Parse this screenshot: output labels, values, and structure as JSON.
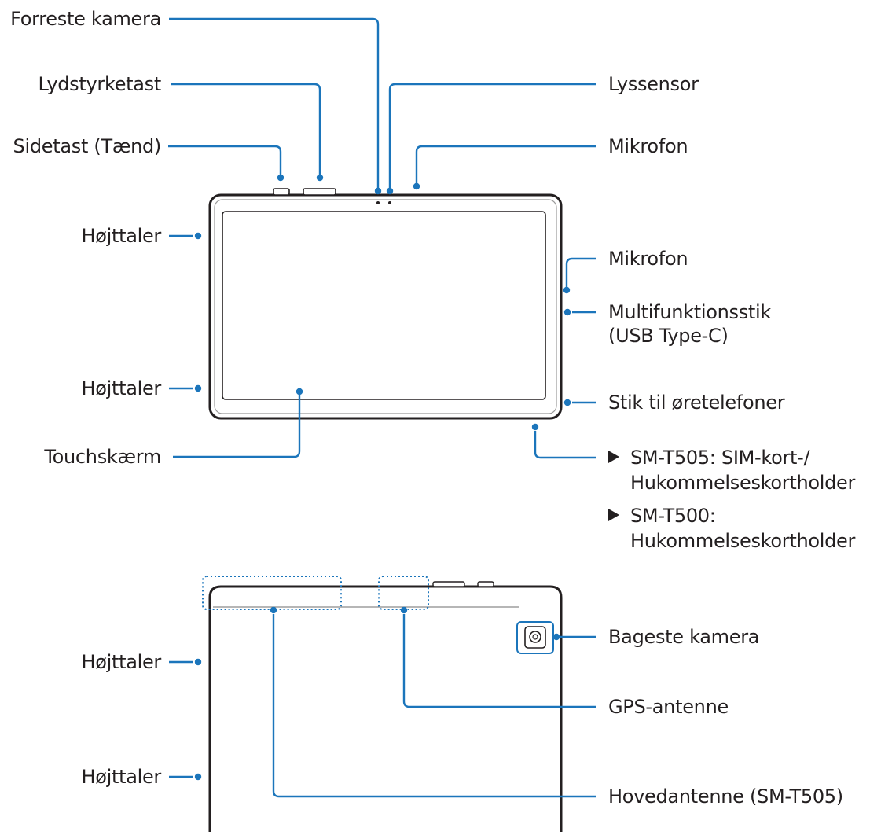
{
  "colors": {
    "callout": "#1b75bb",
    "device": "#231f20",
    "device_edge": "#8a8a8a",
    "text": "#231f20"
  },
  "front_view": {
    "forreste_kamera": "Forreste kamera",
    "lydstyrketast": "Lydstyrketast",
    "sidetast": "Sidetast (Tænd)",
    "hojttaler_top": "Højttaler",
    "hojttaler_bottom": "Højttaler",
    "touchskaerm": "Touchskærm",
    "lyssensor": "Lyssensor",
    "mikrofon_top": "Mikrofon",
    "mikrofon_side": "Mikrofon",
    "multifunktion_line1": "Multifunktionsstik",
    "multifunktion_line2": "(USB Type-C)",
    "stik": "Stik til øretelefoner",
    "sm_t505_line1": "SM-T505: SIM-kort-/",
    "sm_t505_line2": "Hukommelseskortholder",
    "sm_t500_line1": "SM-T500:",
    "sm_t500_line2": "Hukommelseskortholder"
  },
  "back_view": {
    "hojttaler_top": "Højttaler",
    "hojttaler_bottom": "Højttaler",
    "bageste_kamera": "Bageste kamera",
    "gps": "GPS-antenne",
    "hovedantenne": "Hovedantenne (SM-T505)"
  },
  "icons": {
    "bullet": "triangle-right-icon"
  }
}
